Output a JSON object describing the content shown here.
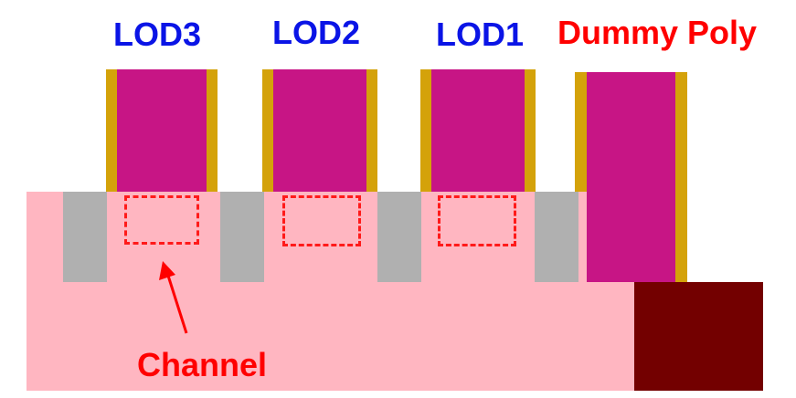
{
  "labels": {
    "lod3": "LOD3",
    "lod2": "LOD2",
    "lod1": "LOD1",
    "dummy_poly": "Dummy Poly",
    "channel": "Channel"
  },
  "colors": {
    "lod_text": "#0a14e6",
    "red_text": "#ff0000",
    "gate": "#c71585",
    "spacer": "#d4a20a",
    "substrate": "#ffb6c1",
    "sti": "#b0b0b0",
    "dummy_block": "#730000",
    "channel_outline": "#ff1a1a"
  }
}
